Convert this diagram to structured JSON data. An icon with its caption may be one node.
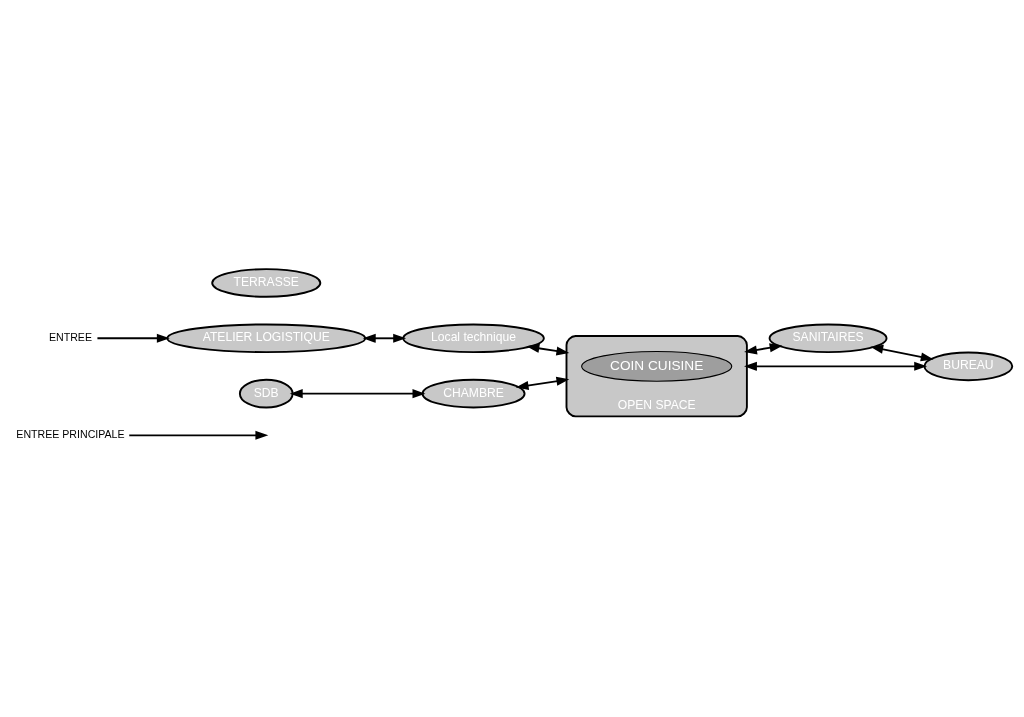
{
  "diagram": {
    "nodes": [
      {
        "text": [
          "ENTREE PRINCIPALE"
        ]
      },
      {
        "text": [
          "ENTREE"
        ]
      },
      {
        "text": [
          "Local technique"
        ]
      },
      {
        "text": [
          "ATELIER LOGISTIQUE"
        ]
      },
      {
        "text": [
          "OPEN SPACE"
        ]
      },
      {
        "text": [
          "COIN CUISINE"
        ],
        "in": 4
      },
      {
        "text": [
          "SANITAIRES"
        ]
      },
      {
        "text": [
          "SDB"
        ]
      },
      {
        "text": [
          "CHAMBRE"
        ]
      },
      {
        "text": [
          "BUREAU"
        ]
      },
      {
        "text": [
          "TERRASSE"
        ]
      }
    ],
    "edges": [
      {
        "from": 0,
        "to": null,
        "arrow": "to"
      },
      {
        "from": 1,
        "to": 3,
        "arrow": "to"
      },
      {
        "from": 3,
        "to": 2,
        "arrow": "both"
      },
      {
        "from": 2,
        "to": 4,
        "arrow": "both"
      },
      {
        "from": 4,
        "to": 6,
        "arrow": "both"
      },
      {
        "from": 6,
        "to": 9,
        "arrow": "both"
      },
      {
        "from": 4,
        "to": 9,
        "arrow": "both"
      },
      {
        "from": 8,
        "to": 4,
        "arrow": "both"
      },
      {
        "from": 7,
        "to": 8,
        "arrow": "both"
      }
    ]
  }
}
